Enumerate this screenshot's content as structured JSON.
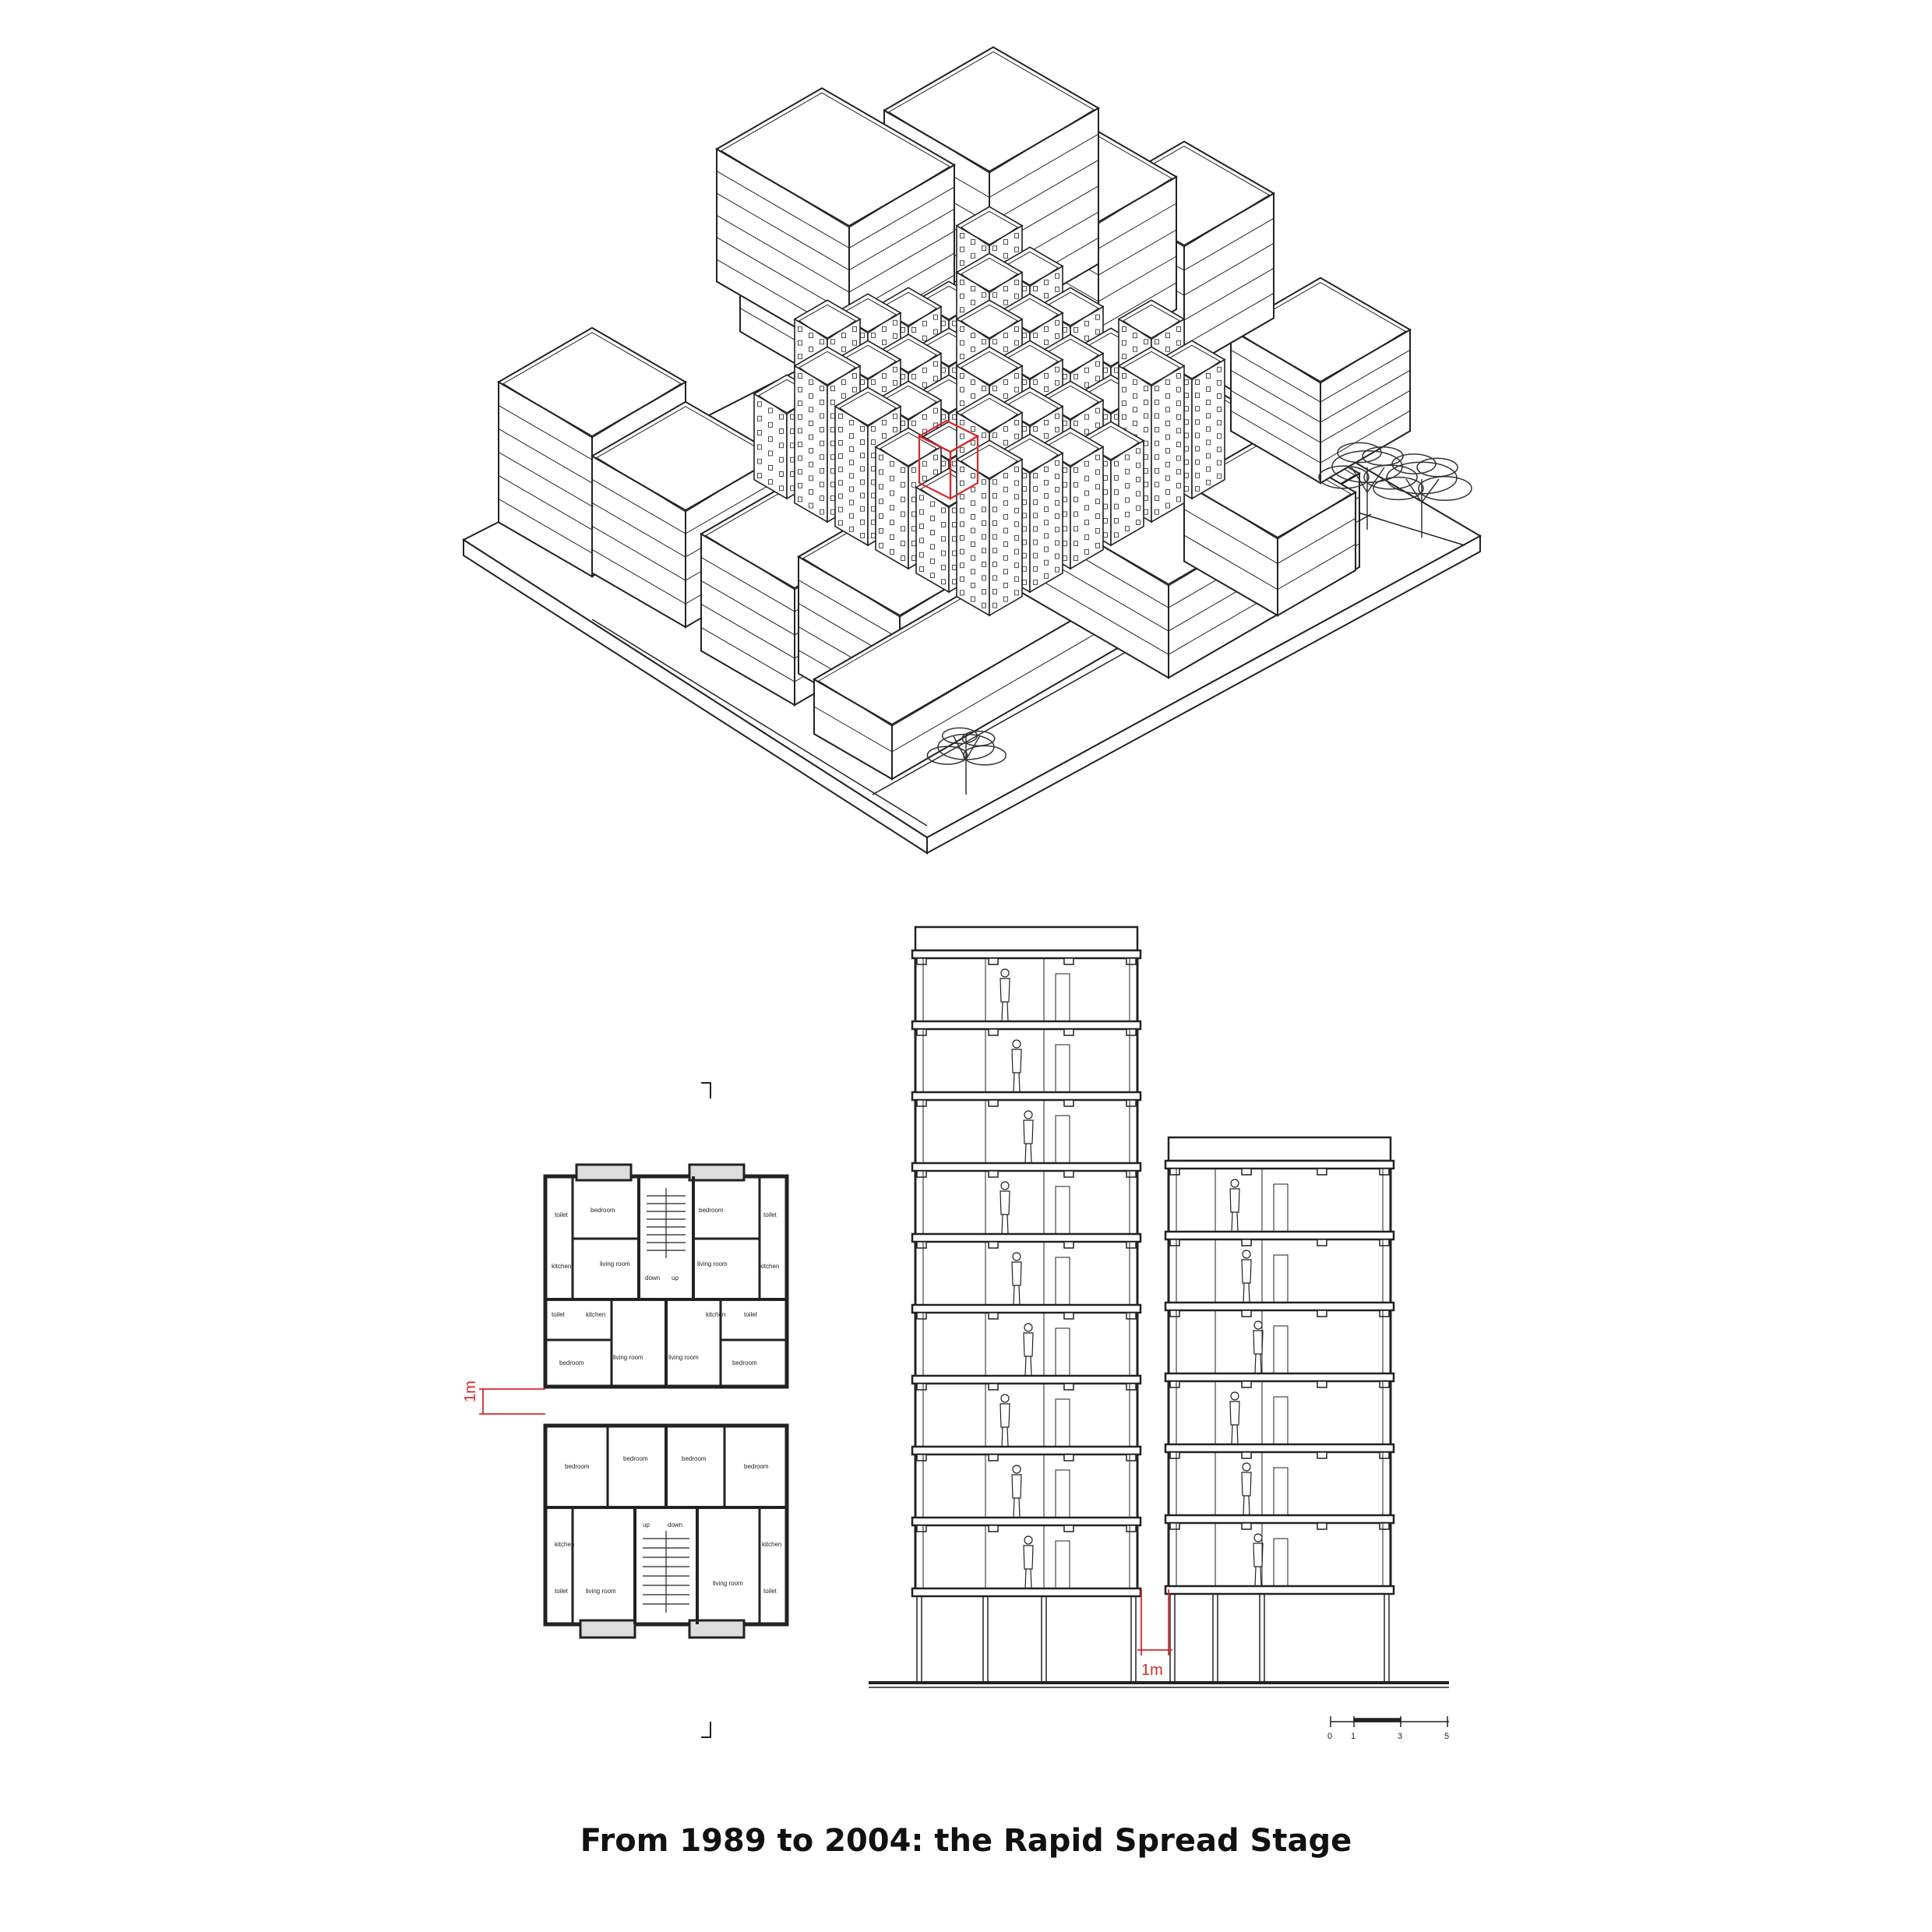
{
  "caption": "From 1989 to 2004: the Rapid Spread Stage",
  "plan": {
    "upper_block": {
      "rooms": [
        "toilet",
        "bedroom",
        "kitchen",
        "living room",
        "down",
        "up",
        "living room",
        "bedroom",
        "toilet",
        "kitchen",
        "toilet",
        "kitchen",
        "kitchen",
        "toilet",
        "bedroom",
        "living room",
        "living room",
        "bedroom"
      ]
    },
    "lower_block": {
      "rooms": [
        "bedroom",
        "bedroom",
        "bedroom",
        "bedroom",
        "up",
        "down",
        "kitchen",
        "kitchen",
        "toilet",
        "living room",
        "living room",
        "toilet"
      ]
    },
    "gap_label": "1m"
  },
  "section": {
    "gap_label": "1m",
    "tall_floors": 9,
    "short_floors": 6
  },
  "scale_bar": {
    "ticks": [
      "0",
      "1",
      "3",
      "5"
    ]
  },
  "colors": {
    "line": "#222222",
    "accent": "#d42a2a"
  }
}
